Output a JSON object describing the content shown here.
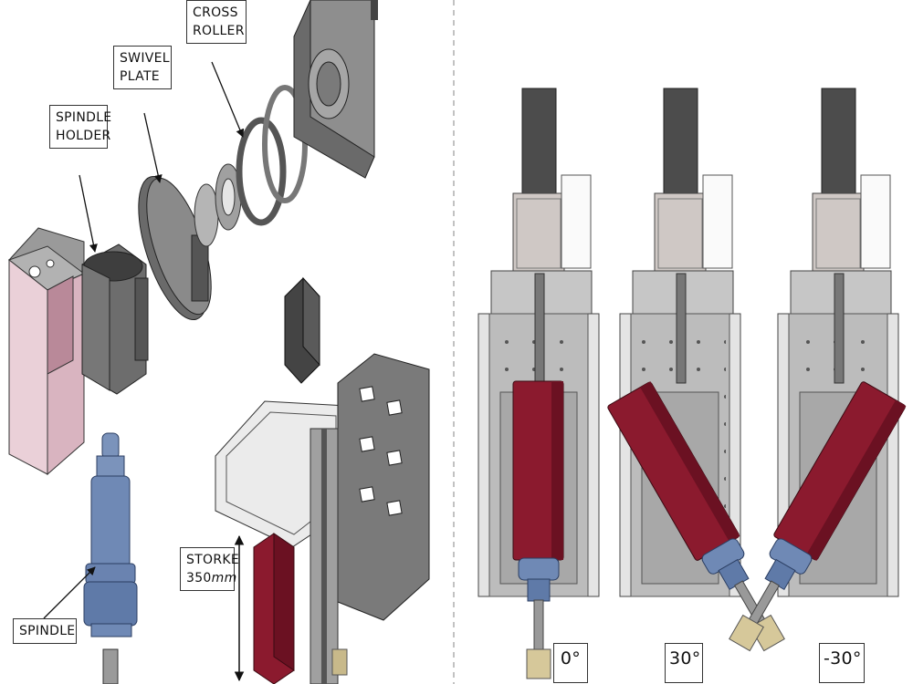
{
  "labels": {
    "spindle_holder": "SPINDLE\nHOLDER",
    "swivel_plate": "SWIVEL\nPLATE",
    "cross_roller": "CROSS\nROLLER",
    "spindle": "SPINDLE",
    "stroke_word": "STORKE",
    "stroke_value": "350",
    "stroke_unit": "mm"
  },
  "angles": {
    "left": "0°",
    "middle": "30°",
    "right": "-30°"
  },
  "colors": {
    "spindle_red": "#8b1a2e",
    "spindle_blue": "#6f89b5",
    "housing_pink": "#e8cbd3",
    "machine_gray": "#8f8f8f",
    "motor_dark": "#4a4a4a",
    "tool_brass": "#d6c89a"
  }
}
